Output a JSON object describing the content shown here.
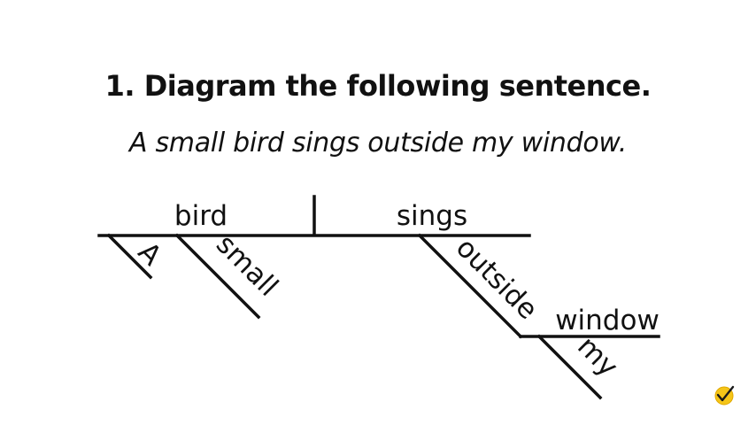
{
  "slide": {
    "title": "1. Diagram the following sentence.",
    "sentence": "A small bird sings outside my window."
  },
  "diagram": {
    "subject": "bird",
    "verb": "sings",
    "modifiers": {
      "article": "A",
      "adjective": "small",
      "preposition": "outside",
      "object": "window",
      "determiner": "my"
    }
  },
  "colors": {
    "ink": "#111111",
    "background": "#ffffff",
    "logo_fill": "#f5c518"
  },
  "icons": {
    "logo": "checkmark-badge-icon"
  }
}
